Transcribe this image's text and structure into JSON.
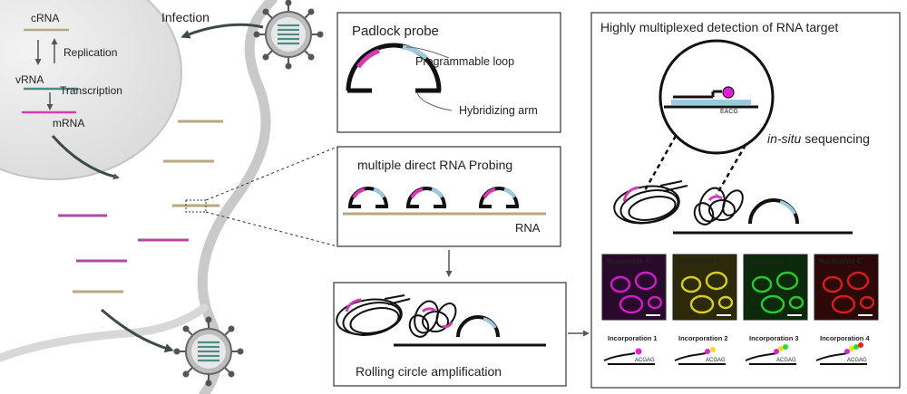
{
  "labels": {
    "infection": "Infection",
    "crna": "cRNA",
    "replication": "Replication",
    "vrna": "vRNA",
    "transcription": "Transcription",
    "mrna": "mRNA",
    "padlock_title": "Padlock probe",
    "programmable_loop": "Programmable loop",
    "hybridizing_arm": "Hybridizing arm",
    "probing_title": "multiple direct RNA Probing",
    "rna": "RNA",
    "rca_title": "Rolling circle amplification",
    "multiplex_title": "Highly multiplexed detection of RNA target",
    "insitu_italic": "in-situ",
    "insitu_rest": " sequencing",
    "zoom_seq": "EACG"
  },
  "nucleotides": [
    {
      "label": "Nucleotide A",
      "color": "#e020d8",
      "bg": "#2a0a2c"
    },
    {
      "label": "Nucleotide T",
      "color": "#e8e020",
      "bg": "#2c2a08"
    },
    {
      "label": "Nucleotide G",
      "color": "#30d830",
      "bg": "#0a2a0a"
    },
    {
      "label": "Nucleotide C",
      "color": "#e82020",
      "bg": "#2c0808"
    }
  ],
  "incorporations": [
    {
      "label": "Incorporation 1",
      "code": "ACGAG"
    },
    {
      "label": "Incorporation 2",
      "code": "ACGAG"
    },
    {
      "label": "Incorporation 3",
      "code": "ACGAG"
    },
    {
      "label": "Incorporation 4",
      "code": "ACGAG"
    }
  ],
  "colors": {
    "magenta": "#d63ab5",
    "light_blue": "#9cc9dd",
    "tan": "#b9a77f",
    "teal": "#4f8a86",
    "arrow": "#3e4a4a"
  }
}
